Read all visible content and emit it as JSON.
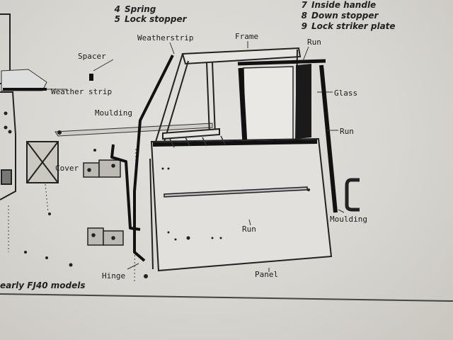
{
  "legend_left": [
    {
      "num": "4",
      "text": "Spring"
    },
    {
      "num": "5",
      "text": "Lock stopper"
    }
  ],
  "legend_right": [
    {
      "num": "7",
      "text": "Inside handle"
    },
    {
      "num": "8",
      "text": "Down stopper"
    },
    {
      "num": "9",
      "text": "Lock striker plate"
    }
  ],
  "labels": {
    "weatherstrip_top": "Weatherstrip",
    "frame": "Frame",
    "run_top": "Run",
    "spacer": "Spacer",
    "weather_strip_left": "Weather strip",
    "glass": "Glass",
    "moulding_top": "Moulding",
    "run_right": "Run",
    "cover": "Cover",
    "moulding_right": "Moulding",
    "run_bottom": "Run",
    "hinge": "Hinge",
    "panel": "Panel"
  },
  "caption": "early FJ40 models"
}
